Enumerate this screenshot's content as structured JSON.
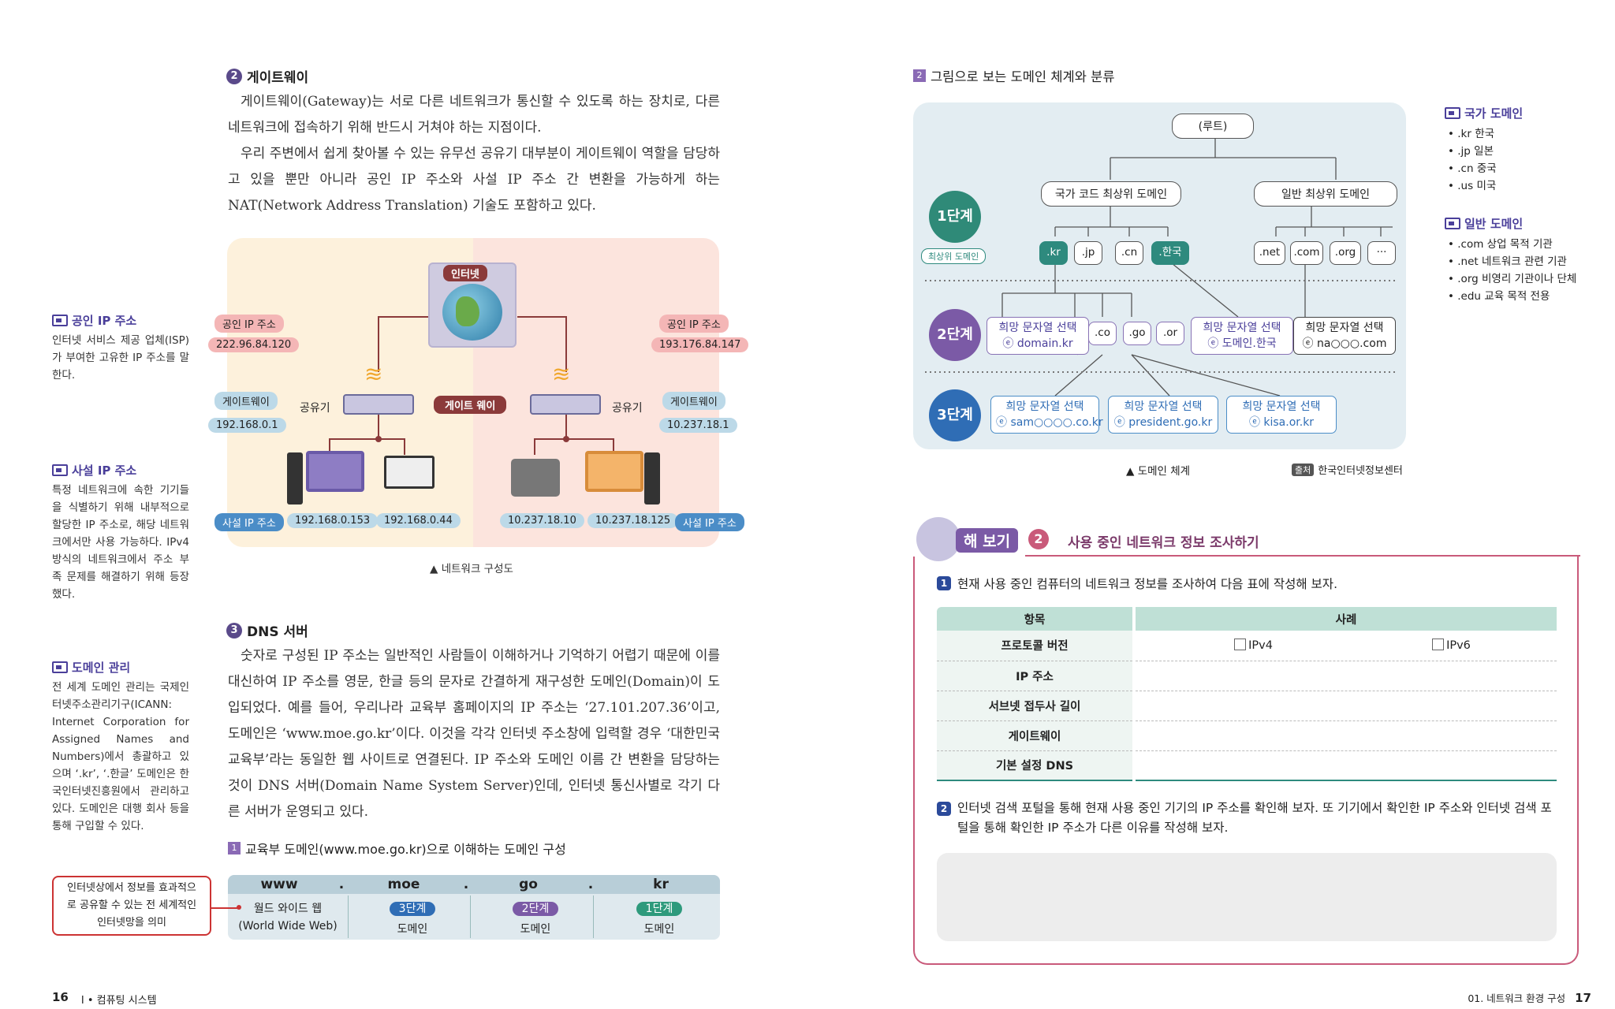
{
  "left": {
    "gateway": {
      "num": "2",
      "title": "게이트웨이",
      "p1": "게이트웨이(Gateway)는 서로 다른 네트워크가 통신할 수 있도록 하는 장치로, 다른 네트워크에 접속하기 위해 반드시 거쳐야 하는 지점이다.",
      "p2": "우리 주변에서 쉽게 찾아볼 수 있는 유무선 공유기 대부분이 게이트웨이 역할을 담당하고 있을 뿐만 아니라 공인 IP 주소와 사설 IP 주소 간 변환을 가능하게 하는 NAT(Network Address Translation) 기술도 포함하고 있다."
    },
    "network": {
      "internet": "인터넷",
      "gateway_center": "게이트 웨이",
      "router": "공유기",
      "pub_label": "공인 IP 주소",
      "gw_label": "게이트웨이",
      "priv_label": "사설 IP 주소",
      "left_pub": "222.96.84.120",
      "left_gw": "192.168.0.1",
      "left_pc1": "192.168.0.153",
      "left_pc2": "192.168.0.44",
      "right_pub": "193.176.84.147",
      "right_gw": "10.237.18.1",
      "right_pc1": "10.237.18.10",
      "right_pc2": "10.237.18.125",
      "caption": "네트워크 구성도"
    },
    "dns": {
      "num": "3",
      "title": "DNS 서버",
      "p1": "숫자로 구성된 IP 주소는 일반적인 사람들이 이해하거나 기억하기 어렵기 때문에 이를 대신하여 IP 주소를 영문, 한글 등의 문자로 간결하게 재구성한 도메인(Domain)이 도입되었다. 예를 들어, 우리나라 교육부 홈페이지의 IP 주소는 ‘27.101.207.36’이고, 도메인은 ‘www.moe.go.kr’이다. 이것을 각각 인터넷 주소창에 입력할 경우 ‘대한민국 교육부’라는 동일한 웹 사이트로 연결된다. IP 주소와 도메인 이름 간 변환을 담당하는 것이 DNS 서버(Domain Name System Server)인데, 인터넷 통신사별로 각기 다른 서버가 운영되고 있다."
    },
    "fig1": {
      "num": "1",
      "title": "교육부 도메인(www.moe.go.kr)으로 이해하는 도메인 구성",
      "cols": [
        "www",
        ".",
        "moe",
        ".",
        "go",
        ".",
        "kr"
      ],
      "www_desc1": "월드 와이드 웹",
      "www_desc2": "(World Wide Web)",
      "stages": [
        {
          "badge": "3단계",
          "label": "도메인",
          "color": "#2f6db5"
        },
        {
          "badge": "2단계",
          "label": "도메인",
          "color": "#7b5aa6"
        },
        {
          "badge": "1단계",
          "label": "도메인",
          "color": "#2e9a7c"
        }
      ],
      "callout": "인터넷상에서 정보를 효과적으로 공유할 수 있는 전 세계적인 인터넷망을 의미"
    },
    "sidebar": [
      {
        "title": "공인 IP 주소",
        "body": "인터넷 서비스 제공 업체(ISP)가 부여한 고유한 IP 주소를 말한다."
      },
      {
        "title": "사설 IP 주소",
        "body": "특정 네트워크에 속한 기기들을 식별하기 위해 내부적으로 할당한 IP 주소로, 해당 네트워크에서만 사용 가능하다. IPv4 방식의 네트워크에서 주소 부족 문제를 해결하기 위해 등장했다."
      },
      {
        "title": "도메인 관리",
        "body": "전 세계 도메인 관리는 국제인터넷주소관리기구(ICANN: Internet Corporation for Assigned Names and Numbers)에서 총괄하고 있으며 ‘.kr’, ‘.한글’ 도메인은 한국인터넷진흥원에서 관리하고 있다. 도메인은 대행 회사 등을 통해 구입할 수 있다."
      }
    ],
    "footer": {
      "page": "16",
      "chapter": "Ⅰ • 컴퓨팅 시스템"
    }
  },
  "right": {
    "fig2": {
      "num": "2",
      "title": "그림으로 보는 도메인 체계와 분류",
      "root": "(루트)",
      "cc_tld": "국가 코드 최상위 도메인",
      "g_tld": "일반 최상위 도메인",
      "stage1": "1단계",
      "stage2": "2단계",
      "stage3": "3단계",
      "tld_tag": "최상위 도메인",
      "cc": [
        ".kr",
        ".jp",
        ".cn",
        ".한국"
      ],
      "gen": [
        ".net",
        ".com",
        ".org",
        "···"
      ],
      "sld": [
        ".co",
        ".go",
        ".or"
      ],
      "sel": "희망 문자열 선택",
      "ex_l2": [
        "domain.kr",
        "도메인.한국",
        "na○○○.com"
      ],
      "ex_l3": [
        "sam○○○○.co.kr",
        "president.go.kr",
        "kisa.or.kr"
      ],
      "ex_mark": "예",
      "caption": "도메인 체계",
      "source_tag": "출처",
      "source": "한국인터넷정보센터"
    },
    "legend": {
      "country_title": "국가 도메인",
      "country": [
        ".kr 한국",
        ".jp 일본",
        ".cn 중국",
        ".us 미국"
      ],
      "general_title": "일반 도메인",
      "general": [
        ".com 상업 목적 기관",
        ".net 네트워크 관련 기관",
        ".org 비영리 기관이나 단체",
        ".edu 교육 목적 전용"
      ]
    },
    "activity": {
      "badge": "해 보기",
      "num": "2",
      "title": "사용 중인 네트워크 정보 조사하기",
      "q1": "현재 사용 중인 컴퓨터의 네트워크 정보를 조사하여 다음 표에 작성해 보자.",
      "table_head": [
        "항목",
        "사례"
      ],
      "rows": [
        "프로토콜 버전",
        "IP 주소",
        "서브넷 접두사 길이",
        "게이트웨이",
        "기본 설정 DNS"
      ],
      "opt1": "IPv4",
      "opt2": "IPv6",
      "q2": "인터넷 검색 포털을 통해 현재 사용 중인 기기의 IP 주소를 확인해 보자. 또 기기에서 확인한 IP 주소와 인터넷 검색 포털을 통해 확인한 IP 주소가 다른 이유를 작성해 보자."
    },
    "footer": {
      "page": "17",
      "chapter": "01. 네트워크 환경 구성"
    }
  }
}
